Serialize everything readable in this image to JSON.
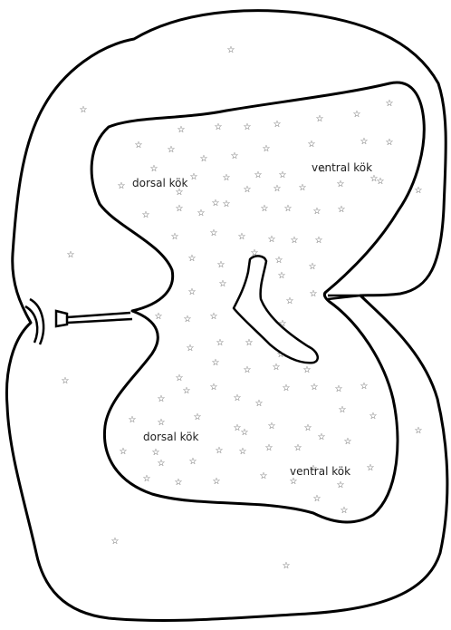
{
  "labels": {
    "dorsal_upper": "dorsal kök",
    "ventral_upper": "ventral kök",
    "dorsal_lower": "dorsal kök",
    "ventral_lower": "ventral kök"
  },
  "star_glyph": "☆",
  "colors": {
    "outline": "#000000",
    "background": "#ffffff",
    "text": "#222222"
  }
}
